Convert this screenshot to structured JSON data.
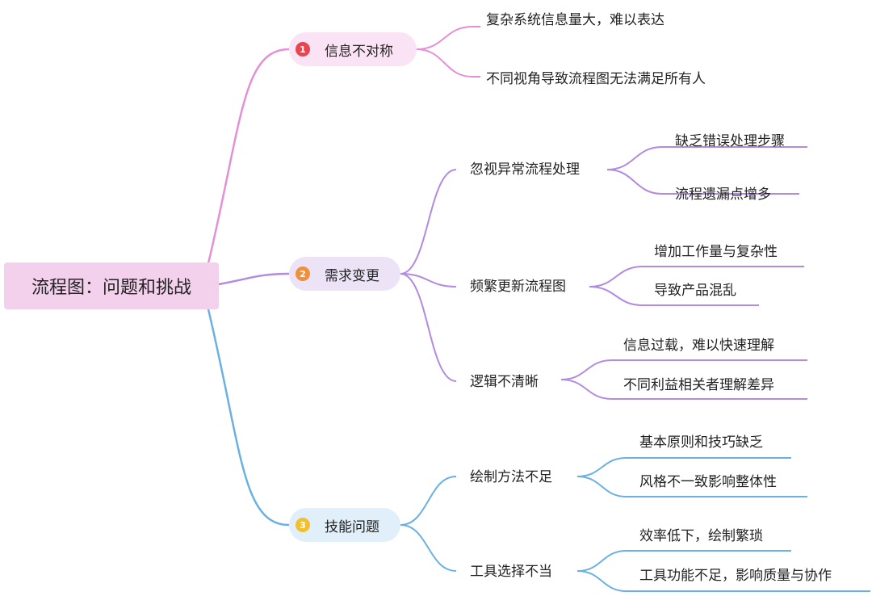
{
  "root": {
    "label": "流程图：问题和挑战"
  },
  "branches": [
    {
      "number": "1",
      "label": "信息不对称",
      "color": "#e48fd6",
      "badge_color": "#e8454f",
      "bg_color": "#fae3f4",
      "children": [
        {
          "label": "复杂系统信息量大，难以表达",
          "children": []
        },
        {
          "label": "不同视角导致流程图无法满足所有人",
          "children": []
        }
      ]
    },
    {
      "number": "2",
      "label": "需求变更",
      "color": "#b18be0",
      "badge_color": "#f0903a",
      "bg_color": "#ece3f7",
      "children": [
        {
          "label": "忽视异常流程处理",
          "children": [
            "缺乏错误处理步骤",
            "流程遗漏点增多"
          ]
        },
        {
          "label": "频繁更新流程图",
          "children": [
            "增加工作量与复杂性",
            "导致产品混乱"
          ]
        },
        {
          "label": "逻辑不清晰",
          "children": [
            "信息过载，难以快速理解",
            "不同利益相关者理解差异"
          ]
        }
      ]
    },
    {
      "number": "3",
      "label": "技能问题",
      "color": "#6bb0e3",
      "badge_color": "#f2c02e",
      "bg_color": "#e0eff9",
      "children": [
        {
          "label": "绘制方法不足",
          "children": [
            "基本原则和技巧缺乏",
            "风格不一致影响整体性"
          ]
        },
        {
          "label": "工具选择不当",
          "children": [
            "效率低下，绘制繁琐",
            "工具功能不足，影响质量与协作"
          ]
        }
      ]
    }
  ]
}
